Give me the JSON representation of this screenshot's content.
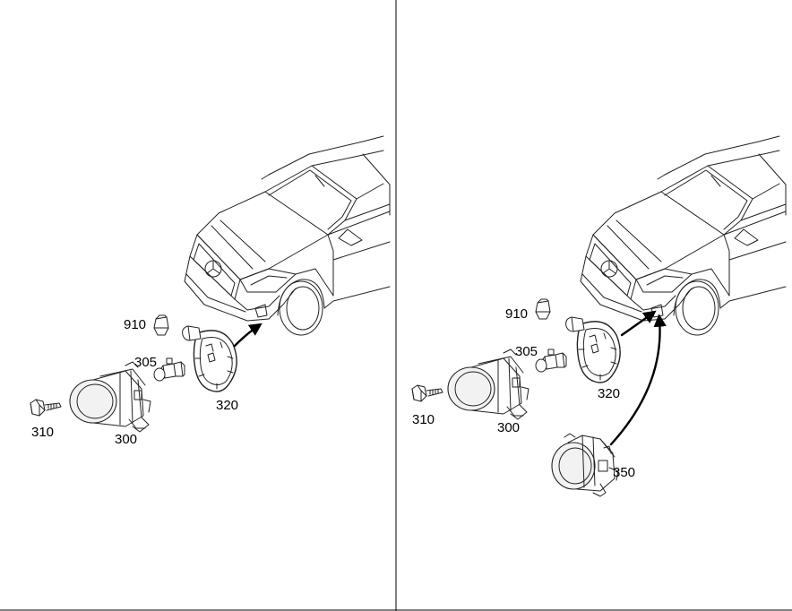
{
  "parts": {
    "fog_lamp_left": "300",
    "bulb_left": "305",
    "screw_left": "310",
    "trim_ring_left": "320",
    "connector_left": "910",
    "fog_lamp_right": "300",
    "bulb_right": "305",
    "screw_right": "310",
    "trim_ring_right": "320",
    "connector_right": "910",
    "fog_lamp_led": "350"
  },
  "colors": {
    "line": "#222222",
    "background": "#ffffff",
    "divider": "#000000"
  },
  "icons": [
    "car-front-icon",
    "fog-lamp-icon",
    "bulb-icon",
    "screw-icon",
    "trim-ring-icon",
    "connector-icon",
    "arrow-icon"
  ]
}
